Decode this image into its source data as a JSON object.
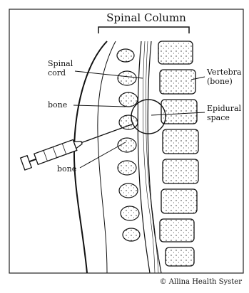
{
  "diagram": {
    "title": "Spinal Column",
    "labels": {
      "spinal_cord_line1": "Spinal",
      "spinal_cord_line2": "cord",
      "bone_upper": "bone",
      "bone_lower": "bone",
      "vertebra_line1": "Vertebra",
      "vertebra_line2": "(bone)",
      "epidural_line1": "Epidural",
      "epidural_line2": "space"
    },
    "copyright": "© Allina Health Syster",
    "colors": {
      "ink": "#111111",
      "background": "#ffffff",
      "frame": "#222222"
    }
  }
}
